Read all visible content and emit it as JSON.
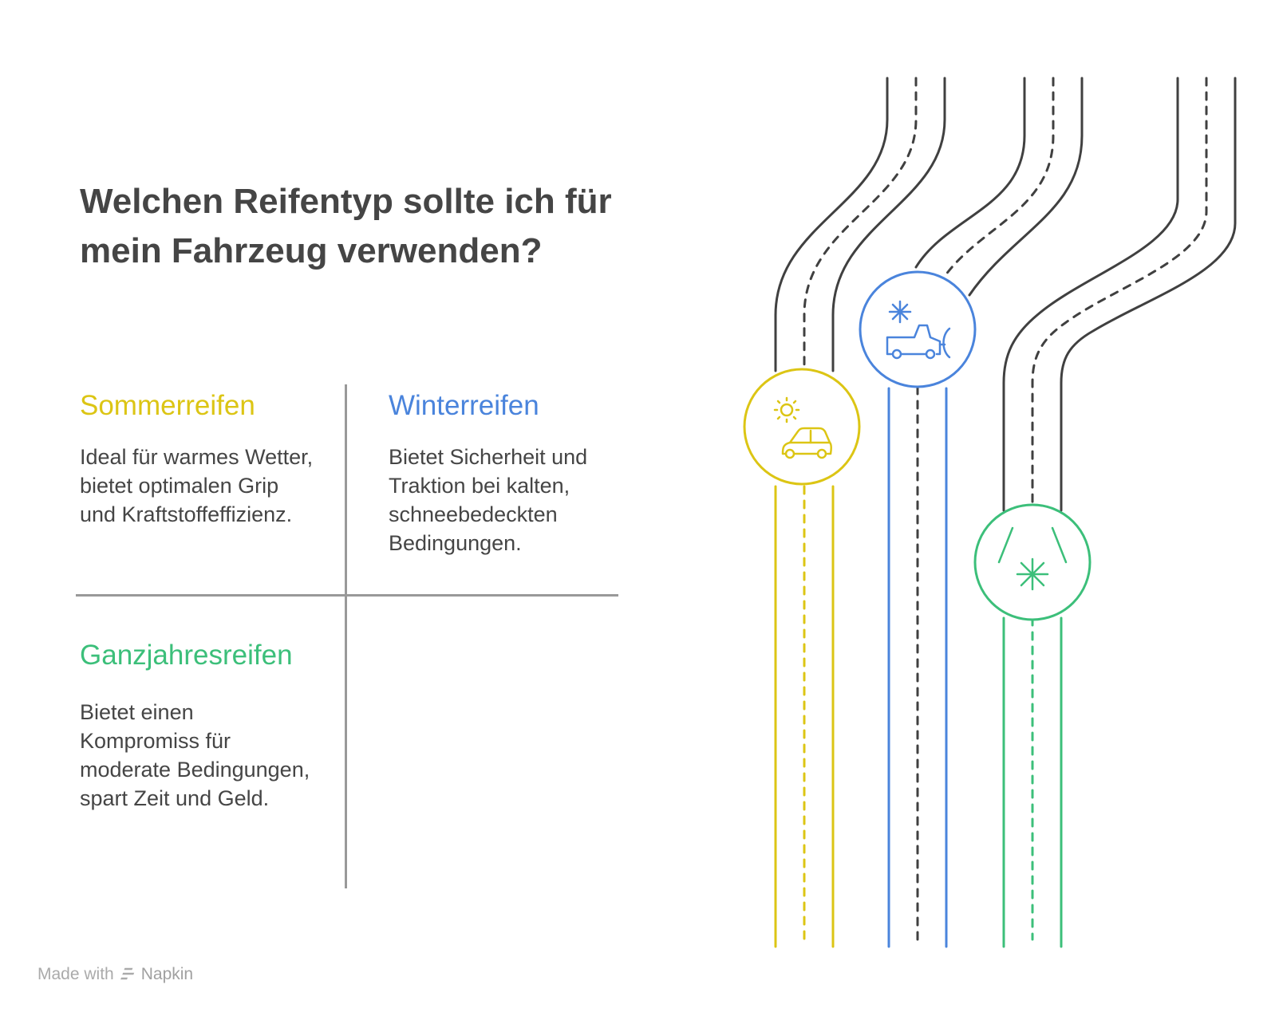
{
  "title": "Welchen Reifentyp sollte ich für mein Fahrzeug verwenden?",
  "colors": {
    "summer": "#dcc514",
    "winter": "#4a84dc",
    "allseason": "#3cbf7a",
    "road": "#404040",
    "divider": "#999999",
    "text": "#454545"
  },
  "quadrants": {
    "summer": {
      "heading": "Sommerreifen",
      "text": "Ideal für warmes Wetter, bietet optimalen Grip und Kraftstoffeffizienz.",
      "icon": "sun-car-icon"
    },
    "winter": {
      "heading": "Winterreifen",
      "text": "Bietet Sicherheit und Traktion bei kalten, schneebedeckten Bedingungen.",
      "icon": "snowplow-truck-icon"
    },
    "allseason": {
      "heading": "Ganzjahresreifen",
      "text": "Bietet einen Kompromiss für moderate Bedingungen, spart Zeit und Geld.",
      "icon": "snowflake-road-icon"
    }
  },
  "footer": {
    "made_with": "Made with",
    "brand": "Napkin"
  }
}
